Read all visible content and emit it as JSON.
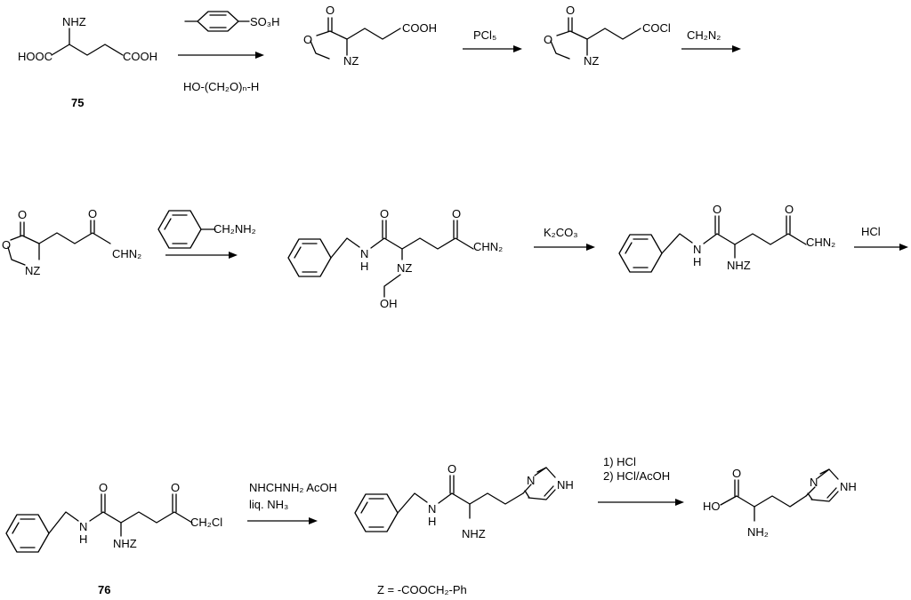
{
  "reagents": {
    "r1_bottom": "HO-(CH₂O)ₙ-H",
    "r1_top_group": "SO₃H",
    "r2": "PCl₅",
    "r3": "CH₂N₂",
    "r4_group": "CH₂NH₂",
    "r5": "K₂CO₃",
    "r6": "HCl",
    "r7_line1": "NHCHNH₂ AcOH",
    "r7_line2": "liq. NH₃",
    "r8_line1": "1) HCl",
    "r8_line2": "2) HCl/AcOH"
  },
  "compounds": {
    "c75_label": "75",
    "c76_label": "76"
  },
  "atoms": {
    "NHZ": "NHZ",
    "HOOC": "HOOC",
    "COOH": "COOH",
    "O": "O",
    "NZ": "NZ",
    "COCl": "COCl",
    "CHN2": "CHN₂",
    "N": "N",
    "H": "H",
    "OH": "OH",
    "ClCH2": "CH₂Cl",
    "NH": "NH",
    "HO": "HO",
    "NH2": "NH₂"
  },
  "legend": "Z = -COOCH₂-Ph"
}
